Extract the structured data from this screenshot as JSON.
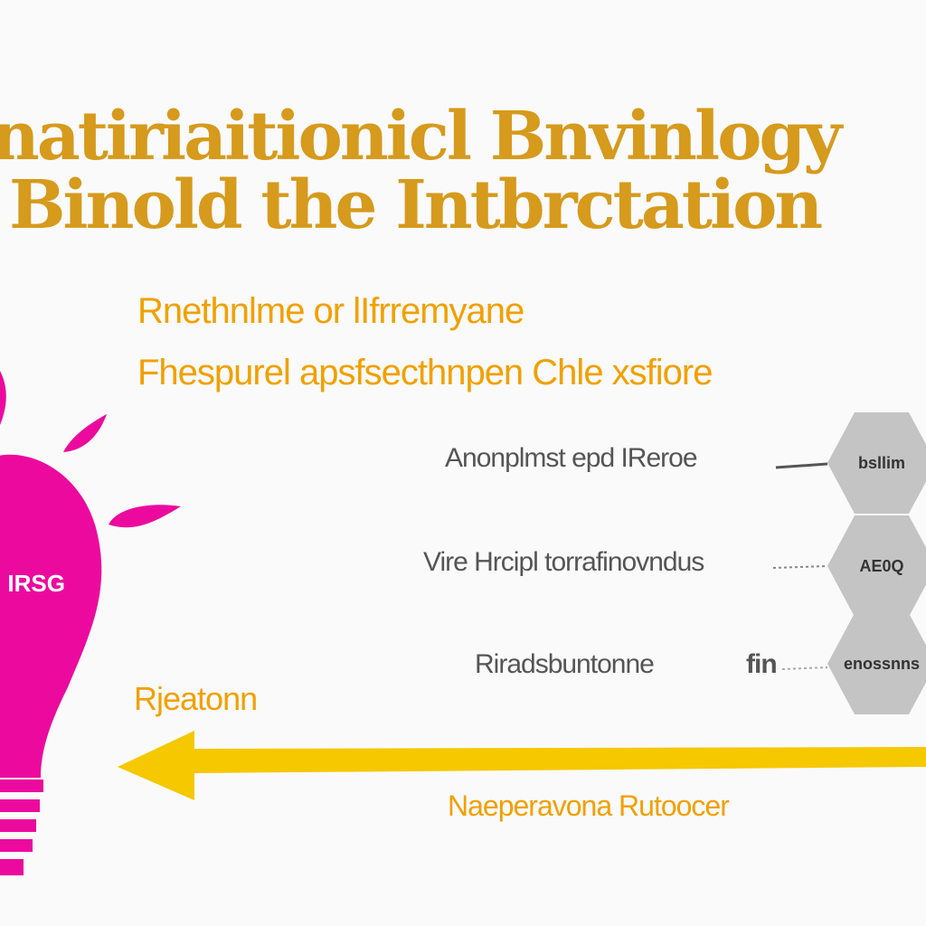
{
  "title": {
    "line1": "natiriaitionicl Bnvinlogy",
    "line2": "Binold the Intbrctation"
  },
  "subtitle": {
    "line1": "Rnethnlme  or lIfrremyane",
    "line2": "Fhespurel  apsfsecthnpen  Chle  xsfiore"
  },
  "items": [
    {
      "label": "Anonplmst epd IReroe",
      "hex": "bsllim"
    },
    {
      "label": "Vire Hrcipl torrafinovndus",
      "hex": "AE0Q"
    },
    {
      "label": "Riradsbuntonne",
      "connector": "fin",
      "hex": "enossnns"
    }
  ],
  "bulb": {
    "text": "IRSG"
  },
  "arrow_label": "Rjeatonn",
  "bottom_label": "Naeperavona  Rutoocer",
  "colors": {
    "title": "#d69a1c",
    "subtitle": "#f2a000",
    "bulb": "#ec0a9e",
    "arrow": "#f5c800",
    "hexagon": "#c4c4c4"
  }
}
